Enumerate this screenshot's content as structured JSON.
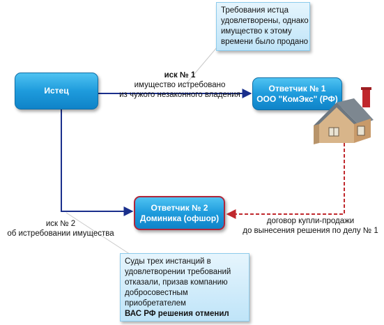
{
  "nodes": {
    "plaintiff": "Истец",
    "respondent1": [
      "Ответчик № 1",
      "ООО \"КомЭкс\" (РФ)"
    ],
    "respondent2": [
      "Ответчик № 2",
      "Доминика (офшор)"
    ]
  },
  "edges": {
    "claim1": {
      "title": "иск № 1",
      "lines": [
        "имущество истребовано",
        "из чужого незаконного владения"
      ]
    },
    "claim2": {
      "title": "иск № 2",
      "lines": [
        "об истребовании имущества"
      ]
    },
    "contract": {
      "lines": [
        "договор купли-продажи",
        "до вынесения решения по делу № 1"
      ]
    }
  },
  "notes": {
    "top": [
      "Требования истца",
      "удовлетворены, однако",
      "имущество к этому",
      "времени было продано"
    ],
    "bottom": [
      "Суды трех инстанций в",
      "удовлетворении требований",
      "отказали, призав компанию",
      "добросовестным",
      "приобретателем"
    ],
    "bottom_emphasis": "ВАС РФ решения отменил"
  },
  "colors": {
    "node_fill": "#1e9bdc",
    "arrow": "#1a2f8c",
    "dashed_arrow": "#c0282d",
    "highlight_border": "#b0263a",
    "note_fill": "#cfeafa"
  },
  "icons": {
    "house": "house-icon"
  }
}
